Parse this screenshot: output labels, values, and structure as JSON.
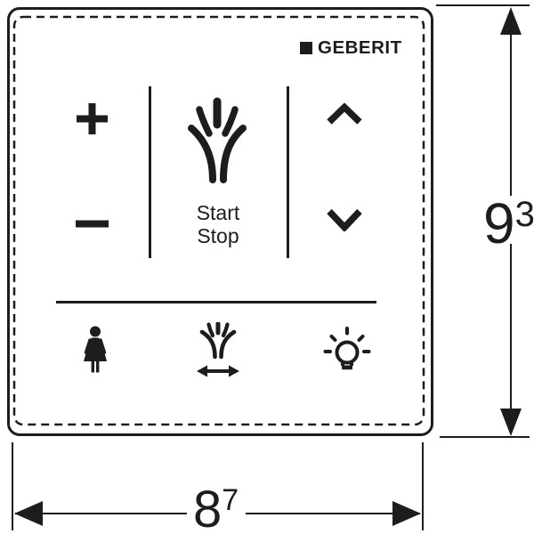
{
  "logo": {
    "text": "GEBERIT"
  },
  "panel": {
    "start_label": "Start",
    "stop_label": "Stop",
    "icons": {
      "left_column": [
        "plus",
        "minus"
      ],
      "center_column": [
        "water-spray"
      ],
      "right_column": [
        "chevron-up",
        "chevron-down"
      ],
      "bottom_row": [
        "female-user",
        "oscillating-spray",
        "light-bulb"
      ]
    }
  },
  "dimensions": {
    "height": {
      "value": "9",
      "fraction_numerator": "3"
    },
    "width": {
      "value": "8",
      "fraction_numerator": "7"
    }
  },
  "colors": {
    "ink": "#1d1d1b",
    "background": "#ffffff"
  }
}
